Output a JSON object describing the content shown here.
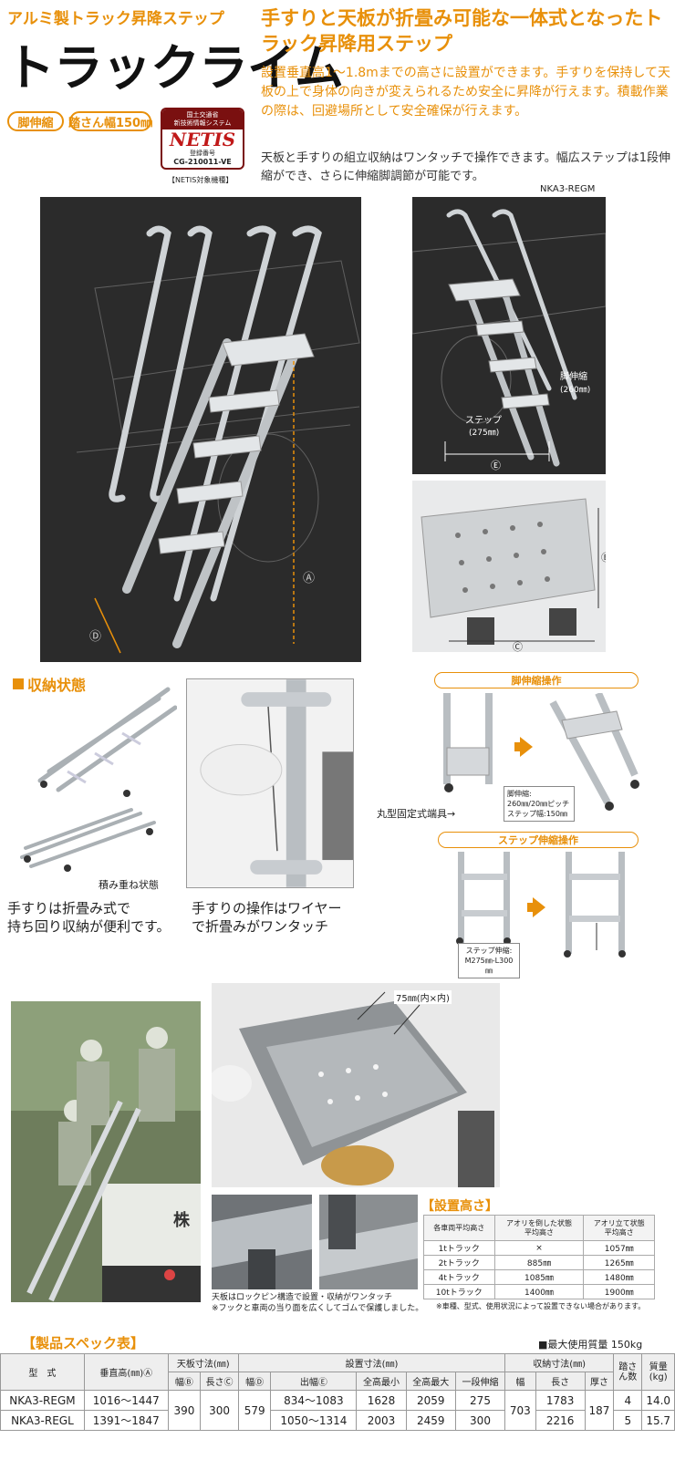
{
  "header": {
    "subtitle": "アルミ製トラック昇降ステップ",
    "product_name": "トラックライム",
    "tag_1": "脚伸縮",
    "tag_2": "踏さん幅150㎜",
    "netis": {
      "org_line_1": "国土交通省",
      "org_line_2": "新技術情報システム",
      "logo": "NETIS",
      "reg_label": "登録番号",
      "reg_number": "CG-210011-VE",
      "note": "【NETIS対象機種】"
    }
  },
  "intro": {
    "headline": "手すりと天板が折畳み可能な一体式となったトラック昇降用ステップ",
    "desc_1": "設置垂直高1～1.8mまでの高さに設置ができます。手すりを保持して天板の上で身体の向きが変えられるため安全に昇降が行えます。積載作業の際は、回避場所として安全確保が行えます。",
    "desc_2": "天板と手すりの組立収納はワンタッチで操作できます。幅広ステップは1段伸縮ができ、さらに伸縮脚調節が可能です。",
    "model_label": "NKA3-REGM"
  },
  "callouts": {
    "A": "Ⓐ",
    "B": "Ⓑ",
    "C": "Ⓒ",
    "D": "Ⓓ",
    "E": "Ⓔ",
    "leg_telescopic": "脚伸縮",
    "leg_telescopic_value": "(260㎜)",
    "step": "ステップ",
    "step_value": "(275㎜)"
  },
  "storage": {
    "heading": "収納状態",
    "stacked_label": "積み重ね状態",
    "text_line_1": "手すりは折畳み式で",
    "text_line_2": "持ち回り収納が便利です。",
    "wire_line_1": "手すりの操作はワイヤー",
    "wire_line_2": "で折畳みがワンタッチ"
  },
  "leg_op": {
    "heading": "脚伸縮操作",
    "spec_1": "脚伸縮:",
    "spec_2": "260㎜/20㎜ピッチ",
    "spec_3": "ステップ幅:150㎜",
    "clamp_label": "丸型固定式端具→"
  },
  "step_op": {
    "heading": "ステップ伸縮操作",
    "spec_1": "ステップ伸縮:",
    "spec_2": "M275㎜-L300㎜"
  },
  "hook": {
    "dim_label": "75㎜(内×内)",
    "truck_text": "株",
    "caption_1": "天板はロックピン構造で設置・収納がワンタッチ",
    "caption_2": "※フックと車両の当り面を広くしてゴムで保護しました。"
  },
  "install": {
    "heading": "【設置高さ】",
    "headers": [
      "各車両平均高さ",
      "アオリを倒した状態\n平均高さ",
      "アオリ立て状態\n平均高さ"
    ],
    "rows": [
      [
        "1tトラック",
        "×",
        "1057㎜"
      ],
      [
        "2tトラック",
        "885㎜",
        "1265㎜"
      ],
      [
        "4tトラック",
        "1085㎜",
        "1480㎜"
      ],
      [
        "10tトラック",
        "1400㎜",
        "1900㎜"
      ]
    ],
    "note": "※車種、型式、使用状況によって設置できない場合があります。"
  },
  "spec": {
    "heading": "【製品スペック表】",
    "max_load": "■最大使用質量 150kg",
    "h_model": "型　式",
    "h_vertical": "垂直高(㎜)Ⓐ",
    "h_top": "天板寸法(㎜)",
    "h_install": "設置寸法(㎜)",
    "h_storage": "収納寸法(㎜)",
    "h_steps": "踏さん数",
    "h_mass": "質量(kg)",
    "h_width_b": "幅Ⓑ",
    "h_length_c": "長さⒸ",
    "h_width_d": "幅Ⓓ",
    "h_out_e": "出幅Ⓔ",
    "h_total_min": "全高最小",
    "h_total_max": "全高最大",
    "h_one_step": "一段伸縮",
    "h_s_width": "幅",
    "h_s_length": "長さ",
    "h_s_thick": "厚さ",
    "rows": [
      {
        "model": "NKA3-REGM",
        "vertical": "1016～1447",
        "wb": "390",
        "lc": "300",
        "wd": "579",
        "out": "834～1083",
        "min": "1628",
        "max": "2059",
        "one": "275",
        "sw": "703",
        "sl": "1783",
        "st": "187",
        "steps": "4",
        "mass": "14.0"
      },
      {
        "model": "NKA3-REGL",
        "vertical": "1391～1847",
        "wb": "",
        "lc": "",
        "wd": "",
        "out": "1050～1314",
        "min": "2003",
        "max": "2459",
        "one": "300",
        "sw": "",
        "sl": "2216",
        "st": "",
        "steps": "5",
        "mass": "15.7"
      }
    ]
  },
  "colors": {
    "accent": "#e8900a",
    "netis_red": "#7a1010"
  }
}
